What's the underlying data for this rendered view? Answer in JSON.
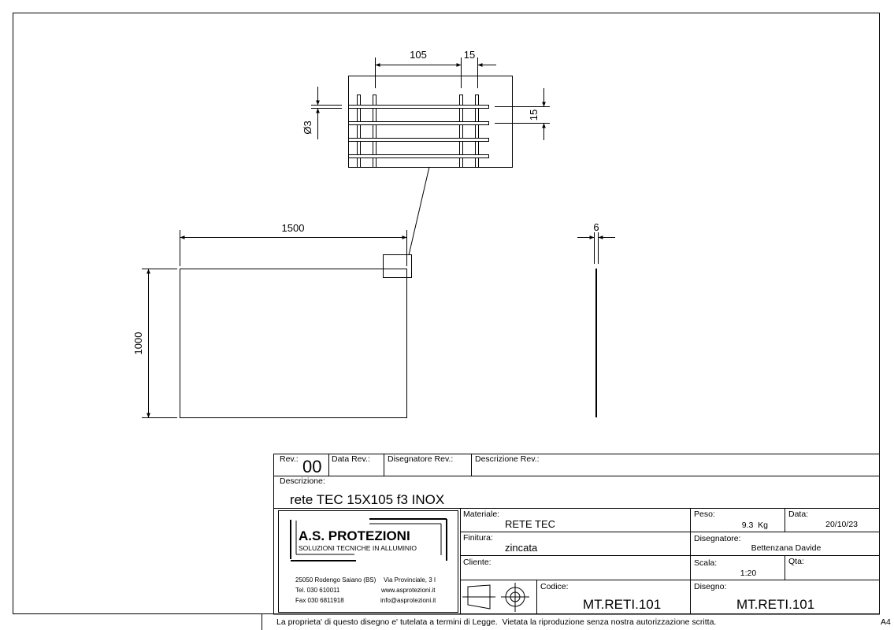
{
  "drawing": {
    "detail_dims": {
      "pitch_long": "105",
      "pitch_short": "15",
      "wire_dia": "Ø3",
      "pitch_side": "15"
    },
    "main_dims": {
      "width": "1500",
      "height": "1000",
      "thickness": "6"
    }
  },
  "title_block": {
    "rev_label": "Rev.:",
    "rev_value": "00",
    "data_rev_label": "Data Rev.:",
    "disegnatore_rev_label": "Disegnatore Rev.:",
    "descrizione_rev_label": "Descrizione Rev.:",
    "descrizione_label": "Descrizione:",
    "descrizione_value": "rete TEC 15X105 f3 INOX",
    "company": {
      "name": "A.S. PROTEZIONI",
      "tagline": "SOLUZIONI TECNICHE IN ALLUMINIO",
      "address": "25050 Rodengo Saiano (BS)",
      "street": "Via Provinciale, 3 I",
      "tel": "Tel.  030 610011",
      "web": "www.asprotezioni.it",
      "fax": "Fax  030 6811918",
      "email": "info@asprotezioni.it"
    },
    "materiale_label": "Materiale:",
    "materiale_value": "RETE TEC",
    "finitura_label": "Finitura:",
    "finitura_value": "zincata",
    "cliente_label": "Cliente:",
    "codice_label": "Codice:",
    "codice_value": "MT.RETI.101",
    "peso_label": "Peso:",
    "peso_value": "9.3  Kg",
    "data_label": "Data:",
    "data_value": "20/10/23",
    "disegnatore_label": "Disegnatore:",
    "disegnatore_value": "Bettenzana Davide",
    "scala_label": "Scala:",
    "scala_value": "1:20",
    "qta_label": "Qta:",
    "disegno_label": "Disegno:",
    "disegno_value": "MT.RETI.101"
  },
  "footer": {
    "notice": "La proprieta' di questo disegno e' tutelata a termini di Legge.  Vietata la riproduzione senza nostra autorizzazione scritta.",
    "sheet_size": "A4"
  }
}
